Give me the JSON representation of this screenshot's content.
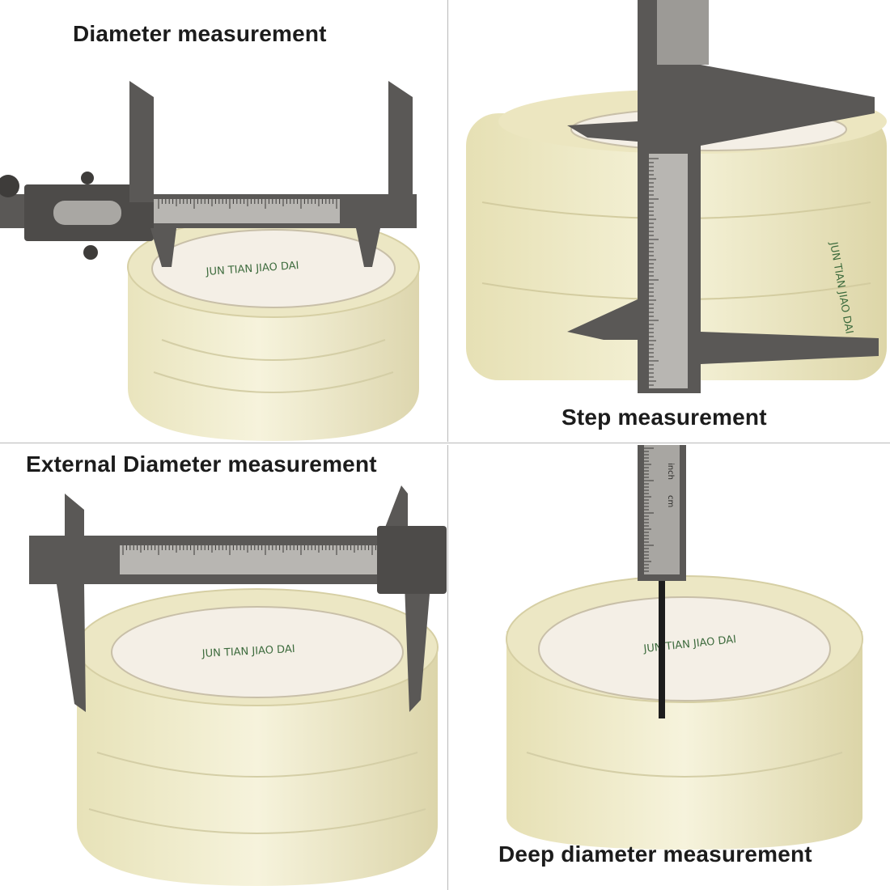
{
  "panels": [
    {
      "caption": "Diameter measurement",
      "tape_text": "JUN TIAN JIAO DAI"
    },
    {
      "caption": "Step measurement",
      "tape_text": "JUN TIAN JIAO DAI"
    },
    {
      "caption": "External Diameter measurement",
      "tape_text": "JUN TIAN JIAO DAI"
    },
    {
      "caption": "Deep diameter measurement",
      "tape_text": "JUN TIAN JIAO DAI",
      "gauge_units": [
        "inch",
        "cm"
      ]
    }
  ],
  "colors": {
    "caliper": "#5a5856",
    "scale": "#b8b6b2",
    "tape": "#eeeac6",
    "tape_core": "#f4efe6",
    "background": "#ffffff"
  }
}
